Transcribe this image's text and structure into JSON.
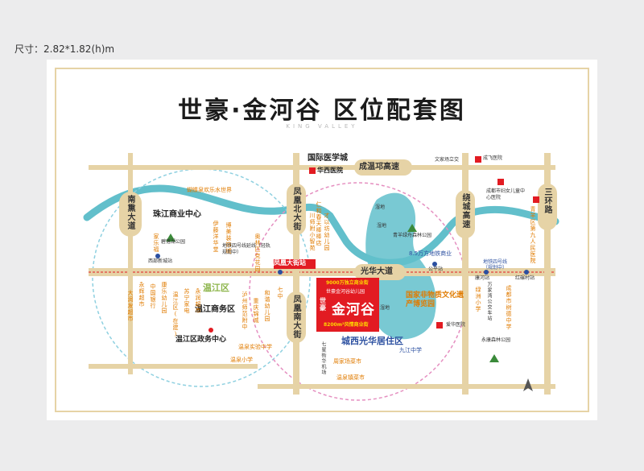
{
  "size_label": "尺寸：2.82*1.82(h)m",
  "title": "世豪·金河谷 区位配套图",
  "subtitle": "KING VALLEY",
  "colors": {
    "road": "#e6d3a6",
    "river": "#62bfcb",
    "poi": "#e07b00",
    "project": "#e21b22",
    "circle_blue": "#8ed0e0",
    "circle_pink": "#e58fc0"
  },
  "roads": {
    "chengwenqiong": "成温邛高速",
    "guanghua": "光华大道",
    "fenghuang_north": "凤凰北大街",
    "fenghuang_south": "凤凰南大街",
    "nanxi": "南熏大道",
    "raocheng": "绕城高速",
    "sanhuan": "三环路",
    "qixingjie": "七星街华机场",
    "fenghuang_station": "凤凰大街站"
  },
  "districts": {
    "wenjiang": "温江区",
    "wenjiang_cbd": "温江商务区",
    "gov_center": "温江区政务中心",
    "zhujiang": "珠江商业中心",
    "chengxi": "城西光华居住区",
    "heritage_park": "国家非物质文化遗产博览园"
  },
  "project": {
    "name": "金河谷",
    "tag": "世豪",
    "top_label": "9000万独立商业街",
    "mid_label": "世豪金河谷幼儿园",
    "bottom_label": "8200m²风情商业街"
  },
  "pois": {
    "medical_city": "国际医学城",
    "huaxi_hospital": "华西医院",
    "wenjia_station": "文家场立交",
    "chengfei_hospital": "成飞医院",
    "women_children": "成都市妇女儿童中心医院",
    "qingyang_hospital": "青羊区第九人民医院",
    "sanhuan_market": "苏宁家电",
    "butterfly": "蝴蝶泉欢乐水世界",
    "bilu_park": "碧落湖公园",
    "jiale": "家乐福",
    "yilan": "伊藤洋华堂",
    "bomei": "博美装饰城",
    "qiaochi": "奥林匹克花园",
    "line4": "地铁四号线延线（轻轨规划中）",
    "shuiwetland_l": "湿地",
    "shuiwetland_r": "湿地",
    "shuiwetland_b": "湿地",
    "qingyang_forest": "青羊绿舟森林公园",
    "renhe": "仁和春天棒棒店",
    "cai_kindergarten": "才以坊幼儿园",
    "mid_school": "川师附小智苑",
    "gongping": "公平站",
    "line4_plan": "地铁四号线（规划中）",
    "kangke": "康河站",
    "hongqi": "红碾村站",
    "xibu": "西部新城站",
    "station_85": "8.5万方地铁商业",
    "aixue": "爱华医院",
    "jiujiang": "九江中学",
    "zhoujia": "周家场菜市",
    "yongkang": "永康森林公园",
    "wanjia": "万家湾公交车站",
    "lvzhou": "绿洲小学",
    "shiyan_school": "成都市树德中学",
    "yongkang_shop": "永辉超市",
    "wanda": "中国银行",
    "yongrun": "永润超市",
    "dahua": "大润发超市",
    "kangle": "康乐幼儿园",
    "zhengwu": "温江区(在建)",
    "tongtong": "温泉小学",
    "wenquan_mid": "温泉实验中学",
    "wenquan_shop": "温泉镇菜市",
    "heyuan": "和谐幼儿园",
    "zhongshi": "重庆锦城",
    "qixiang": "七中",
    "kids_park": "泸州师范附中"
  }
}
